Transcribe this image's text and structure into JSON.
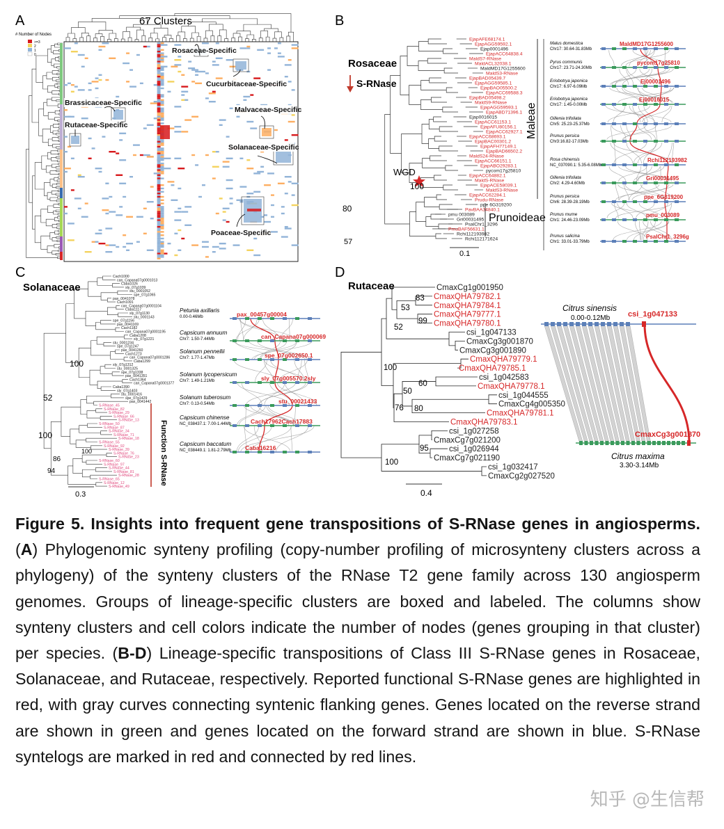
{
  "panel_a": {
    "letter": "A",
    "title": "67 Clusters",
    "legend_title": "# Number of Nodes",
    "legend_items": [
      ">=3",
      "2",
      "1",
      "0"
    ],
    "labels": [
      "Rosaceae-Specific",
      "Cucurbitaceae-Specific",
      "Brassicaceae-Specific",
      "Malvaceae-Specific",
      "Rutaceae-Specific",
      "Solanaceae-Specific",
      "Poaceae-Specific"
    ],
    "colors": {
      "red": "#d7191c",
      "orange": "#fdae61",
      "yellow": "#f4d35e",
      "blue": "#92b4d8",
      "empty": "#ffffff"
    }
  },
  "panel_b": {
    "letter": "B",
    "family": "Rosaceae",
    "gene": "S-RNase",
    "wgd": "WGD",
    "clade1": "Maleae",
    "clade2": "Prunoideae",
    "boot_wgd": "100",
    "boot_80": "80",
    "boot_57": "57",
    "scale": "0.1",
    "tips_red": [
      "EjapAFE68174.1",
      "EjapAGG59592.1",
      "EjapACC64838.4",
      "MaldS7-RNase",
      "MaldACL32038.1",
      "MaldS3-RNase",
      "EjapBAD05439.7",
      "EjapAGG59585.1",
      "EjapBAO05500.2",
      "EjapACC69588.3",
      "EjapBAD05498.2",
      "MaldS9-RNase",
      "EjapAGG59593.1",
      "EjapABD71396.1",
      "EjapACC61153.1",
      "EjapAFU80156.1",
      "EjapACC62927.1",
      "EjapACC68693.1",
      "EjapBAC00301.2",
      "EjapAFH77149.1",
      "EjapBAD66502.2",
      "MaldS24-RNase",
      "EjapACC66151.1",
      "EjapABO29283.1",
      "EjapACC64882.1",
      "MaldS-RNase",
      "EjapACE58039.1",
      "MaldS3-RNase",
      "EjapACC62284.1",
      "Prudu-RNase",
      "PavBAA34840.1",
      "PmuBAF56631.1"
    ],
    "tips_black": [
      "Ejap0001496",
      "MaldMD17G1255600",
      "Ejap0016015",
      "pycom17g25810",
      "ppe 6G319200",
      "pmu 003089",
      "Gri00031495",
      "PsalChr1_3296",
      "Rchi112193982",
      "Rchi112171624"
    ],
    "synteny_tracks": [
      {
        "sp": "Malus domestica",
        "loc": "Chr17: 30.64-31.83Mb",
        "gene": "MaldMD17G1255600"
      },
      {
        "sp": "Pyrus communis",
        "loc": "Chr17: 23.71-24.30Mb",
        "gene": "pycom17g25810"
      },
      {
        "sp": "Eriobotrya japonica",
        "loc": "Chr17: 6.97-6.09Mb",
        "gene": "Ej00001496"
      },
      {
        "sp": "Eriobotrya japonica",
        "loc": "Chr17: 1.45-0.00Mb",
        "gene": "Ej00016015"
      },
      {
        "sp": "Gillenia trifoliata",
        "loc": "Chr5: 25.23-25.37Mb",
        "gene": ""
      },
      {
        "sp": "Prunus persica",
        "loc": "Chr3:16.82-17.03Mb",
        "gene": ""
      },
      {
        "sp": "Rosa chinensis",
        "loc": "NC_037090.1: 5.35-6.08Mb",
        "gene": "Rchi112193982"
      },
      {
        "sp": "Gillenia trifoliata",
        "loc": "Chr2: 4.29-4.60Mb",
        "gene": "Gri00031495"
      },
      {
        "sp": "Prunus persica",
        "loc": "Chr6: 28.39-28.19Mb",
        "gene": "ppe_6G319200"
      },
      {
        "sp": "Prunus mume",
        "loc": "Chr1: 24.46-23.09Mb",
        "gene": "pmu_003089"
      },
      {
        "sp": "Prunus salicina",
        "loc": "Chr1: 33.01-33.79Mb",
        "gene": "PsalChr1_3296g"
      }
    ]
  },
  "panel_c": {
    "letter": "C",
    "family": "Solanaceae",
    "boot_100a": "100",
    "boot_52": "52",
    "boot_100b": "100",
    "boot_86": "86",
    "boot_94": "94",
    "boot_100c": "100",
    "clade": "Function S-RNase",
    "scale": "0.3",
    "tracks": [
      {
        "sp": "Petunia axillaris",
        "loc": "0.00-0.46Mb",
        "gene": "pax_00457g00004"
      },
      {
        "sp": "Capsicum annuum",
        "loc": "Chr7: 1.50-7.44Mb",
        "gene": "can_Capana07g000069"
      },
      {
        "sp": "Solanum pennellii",
        "loc": "Chr7: 1.77-1.47Mb",
        "gene": "spe_07g002650.1"
      },
      {
        "sp": "Solanum lycopersicum",
        "loc": "Chr7: 1.49-1.21Mb",
        "gene": "sly_07g005570.2sly"
      },
      {
        "sp": "Solanum tuberosum",
        "loc": "Chr7: 0.13-0.54Mb",
        "gene": "stu_00021433"
      },
      {
        "sp": "Capsicum chinense",
        "loc": "NC_038437.1: 7.00-1.44Mb",
        "gene": "Cach17962Cach17883"
      },
      {
        "sp": "Capsicum baccatum",
        "loc": "NC_038449.1: 1.81-2.79Mb",
        "gene": "Caba16216"
      }
    ]
  },
  "panel_d": {
    "letter": "D",
    "family": "Rutaceae",
    "tips": [
      {
        "t": "CmaxCg1g001950",
        "red": false
      },
      {
        "t": "CmaxQHA79782.1",
        "red": true
      },
      {
        "t": "CmaxQHA79784.1",
        "red": true
      },
      {
        "t": "CmaxQHA79777.1",
        "red": true
      },
      {
        "t": "CmaxQHA79780.1",
        "red": true
      },
      {
        "t": "csi_1g047133",
        "red": false
      },
      {
        "t": "CmaxCg3g001870",
        "red": false
      },
      {
        "t": "CmaxCg3g001890",
        "red": false
      },
      {
        "t": "CmaxQHA79779.1",
        "red": true
      },
      {
        "t": "CmaxQHA79785.1",
        "red": true
      },
      {
        "t": "csi_1g042583",
        "red": false
      },
      {
        "t": "CmaxQHA79778.1",
        "red": true
      },
      {
        "t": "csi_1g044555",
        "red": false
      },
      {
        "t": "CmaxCg4g005350",
        "red": false
      },
      {
        "t": "CmaxQHA79781.1",
        "red": true
      },
      {
        "t": "CmaxQHA79783.1",
        "red": true
      },
      {
        "t": "csi_1g027258",
        "red": false
      },
      {
        "t": "CmaxCg7g021200",
        "red": false
      },
      {
        "t": "csi_1g026944",
        "red": false
      },
      {
        "t": "CmaxCg7g021190",
        "red": false
      },
      {
        "t": "csi_1g032417",
        "red": false
      },
      {
        "t": "CmaxCg2g027520",
        "red": false
      }
    ],
    "boots": [
      "83",
      "53",
      "99",
      "52",
      "100",
      "50",
      "60",
      "76",
      "80",
      "95",
      "100"
    ],
    "scale": "0.4",
    "sp_top": "Citrus sinensis",
    "loc_top": "0.00-0.12Mb",
    "gene_top": "csi_1g047133",
    "sp_bottom": "Citrus maxima",
    "loc_bottom": "3.30-3.14Mb",
    "gene_bottom": "CmaxCg3g001870"
  },
  "caption": {
    "title": "Figure 5. Insights into frequent gene transpositions of S-RNase genes in angiosperms.",
    "a_letter": "A",
    "a_text": ") Phylogenomic synteny profiling (copy-number profiling of microsynteny clusters across a phylogeny) of the synteny clusters of the RNase T2 gene family across 130 angiosperm genomes. Groups of lineage-specific clusters are boxed and labeled. The columns show synteny clusters and cell colors indicate the number of nodes (genes grouping in that cluster) per species. (",
    "bd_letter": "B-D",
    "bd_text": ") Lineage-specific transpositions of Class III S-RNase genes in Rosaceae, Solanaceae, and Rutaceae, respectively. Reported functional S-RNase genes are highlighted in red, with gray curves connecting syntenic flanking genes. Genes located on the reverse strand are shown in green and genes located on the forward strand are shown in blue. S-RNase syntelogs are marked in red and connected by red lines."
  },
  "watermark": "知乎 @生信帮"
}
